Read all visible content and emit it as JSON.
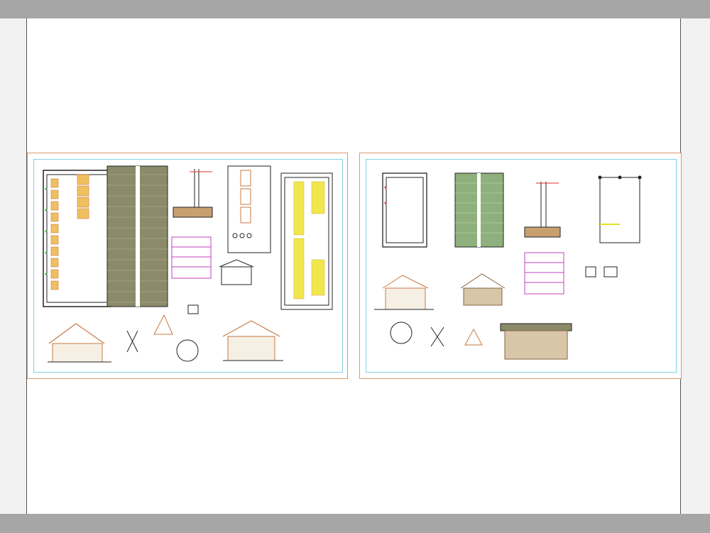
{
  "viewer": {
    "background_color": "#a6a6a6",
    "sheet_color": "#ffffff"
  },
  "sheets": [
    {
      "id": "sheet-1",
      "border_color": "#d99a6c",
      "frame_color": "#7fd3e6",
      "drawings": [
        "floor-plan",
        "roof-plan",
        "wall-section",
        "window-elevation",
        "seating-plan",
        "detail-tables",
        "building-elevations",
        "connection-details"
      ]
    },
    {
      "id": "sheet-2",
      "border_color": "#d99a6c",
      "frame_color": "#7fd3e6",
      "drawings": [
        "floor-plan",
        "roof-plan",
        "wall-section",
        "column-plan",
        "detail-tables",
        "elevations",
        "connection-details"
      ]
    }
  ],
  "colors": {
    "wall": "#c87941",
    "roof": "#8b8b6a",
    "roof_green": "#8fb07d",
    "furniture": "#f2e64d",
    "table_border": "#c040c0",
    "line": "#222222",
    "accent_red": "#e03030",
    "accent_green": "#3cb043",
    "dim_line": "#d0d030"
  }
}
